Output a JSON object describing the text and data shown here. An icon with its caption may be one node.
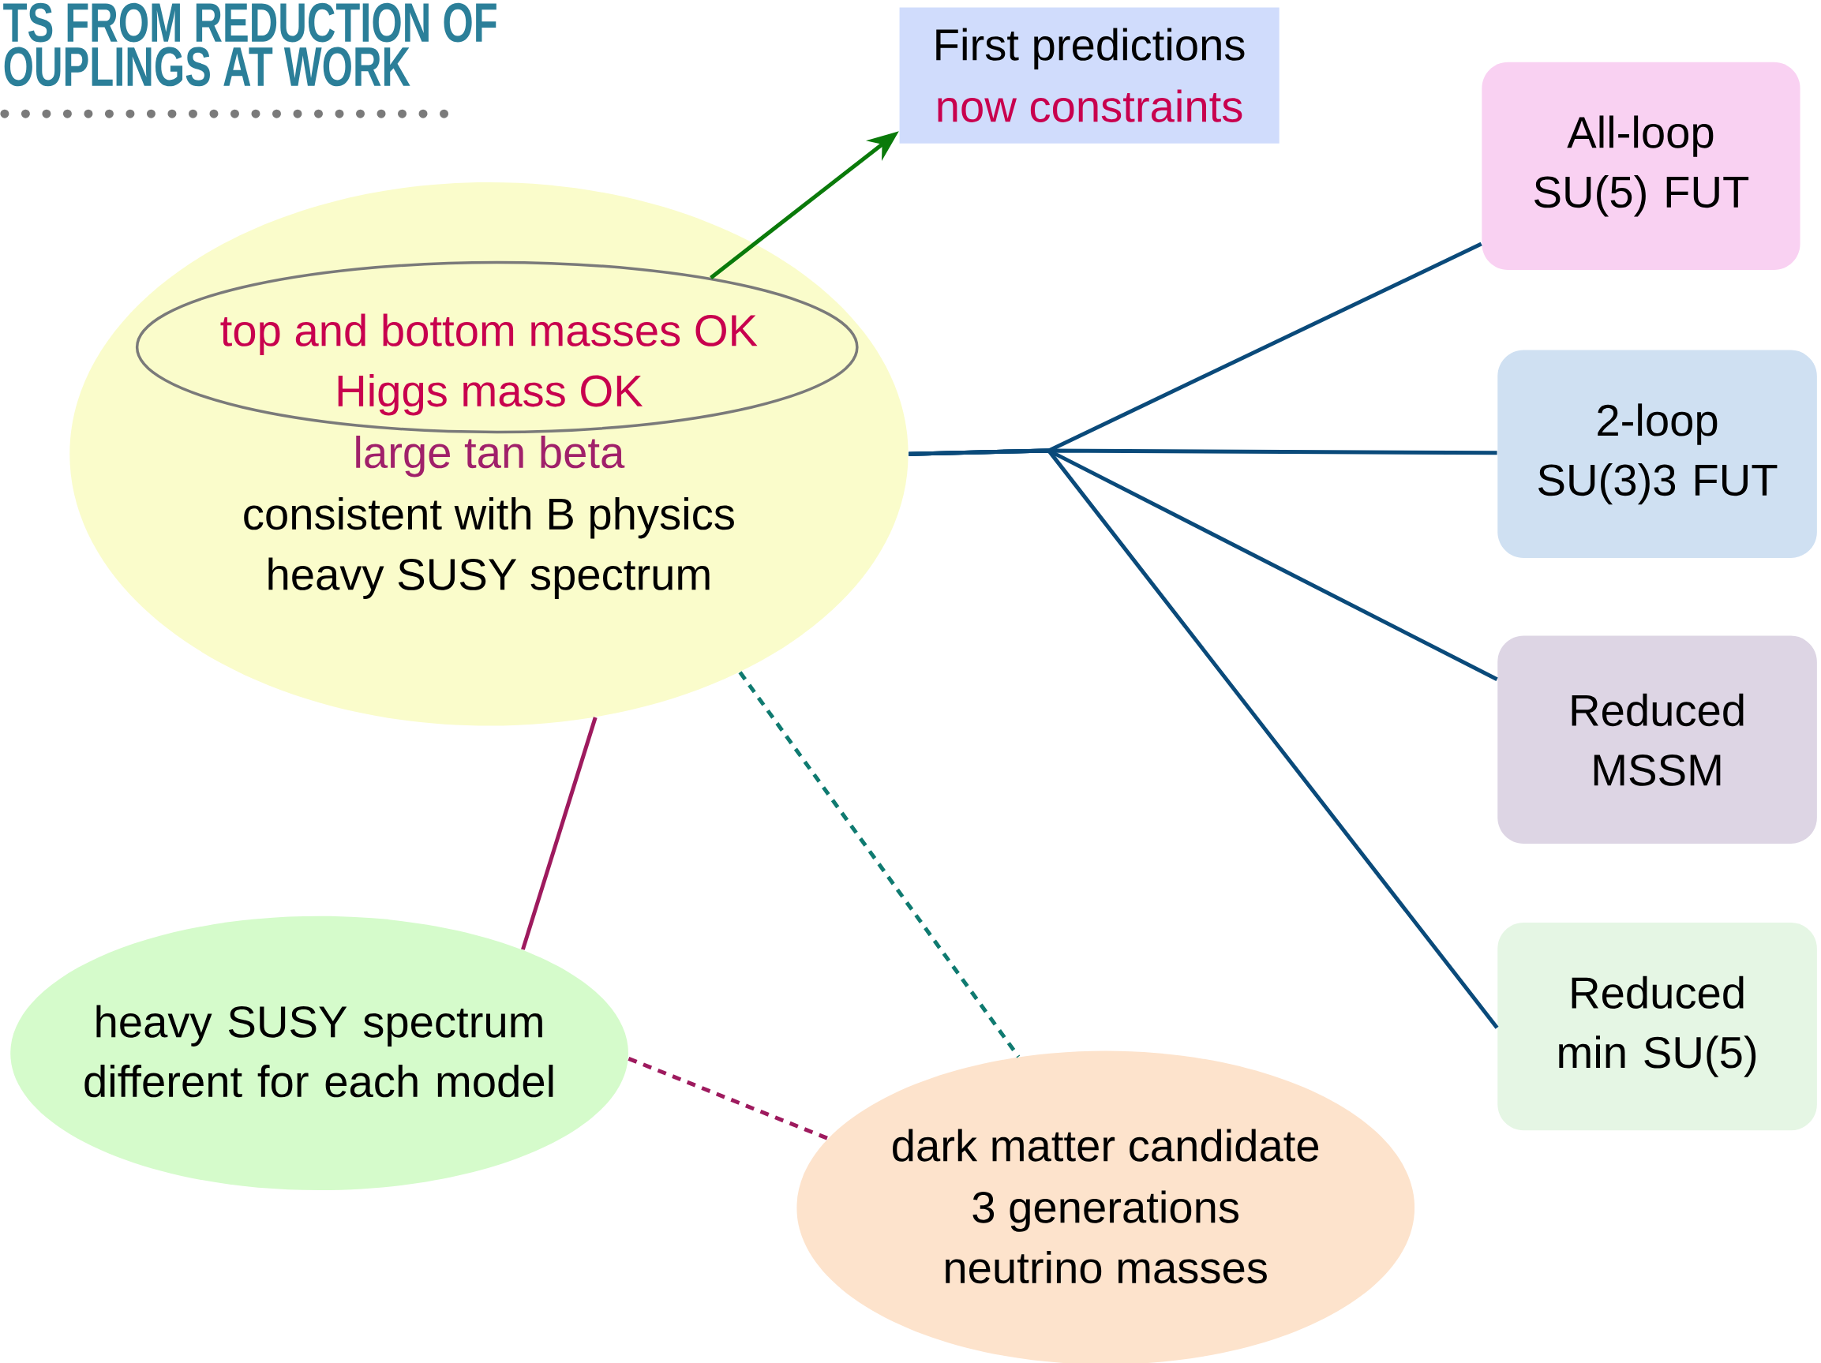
{
  "diagram": {
    "nodes": [
      {
        "text": [
          "First predictions",
          "now constraints"
        ]
      },
      {
        "text": [
          "large tan beta",
          "consistent with B physics",
          "heavy SUSY spectrum"
        ]
      },
      {
        "text": [
          "top and bottom masses OK",
          "Higgs mass OK"
        ],
        "in": 1
      },
      {
        "text": [
          "All-loop SU(5) FUT"
        ]
      },
      {
        "text": [
          "2-loop SU(3)3 FUT"
        ]
      },
      {
        "text": [
          "Reduced MSSM"
        ]
      },
      {
        "text": [
          "Reduced min SU(5)"
        ]
      },
      {
        "text": [
          "heavy SUSY spectrum different for each model"
        ]
      },
      {
        "text": [
          "dark matter candidate",
          "3 generations",
          "neutrino masses"
        ]
      }
    ],
    "edges": [
      {
        "from": 2,
        "to": 0,
        "arrow": "to",
        "color": "#0a7a0a"
      },
      {
        "from": 1,
        "to": 3,
        "arrow": "none"
      },
      {
        "from": 1,
        "to": 4,
        "arrow": "none"
      },
      {
        "from": 1,
        "to": 5,
        "arrow": "none"
      },
      {
        "from": 1,
        "to": 6,
        "arrow": "none"
      },
      {
        "from": 1,
        "to": 7,
        "arrow": "none",
        "color": "#9e1a5e"
      },
      {
        "from": 1,
        "to": 8,
        "arrow": "none",
        "style": "dashed",
        "color": "#0f7a70"
      },
      {
        "from": 7,
        "to": 8,
        "arrow": "none",
        "style": "dashed",
        "color": "#9e1a5e"
      }
    ],
    "labels": [
      "TS FROM REDUCTION OF",
      "OUPLINGS AT WORK"
    ]
  }
}
